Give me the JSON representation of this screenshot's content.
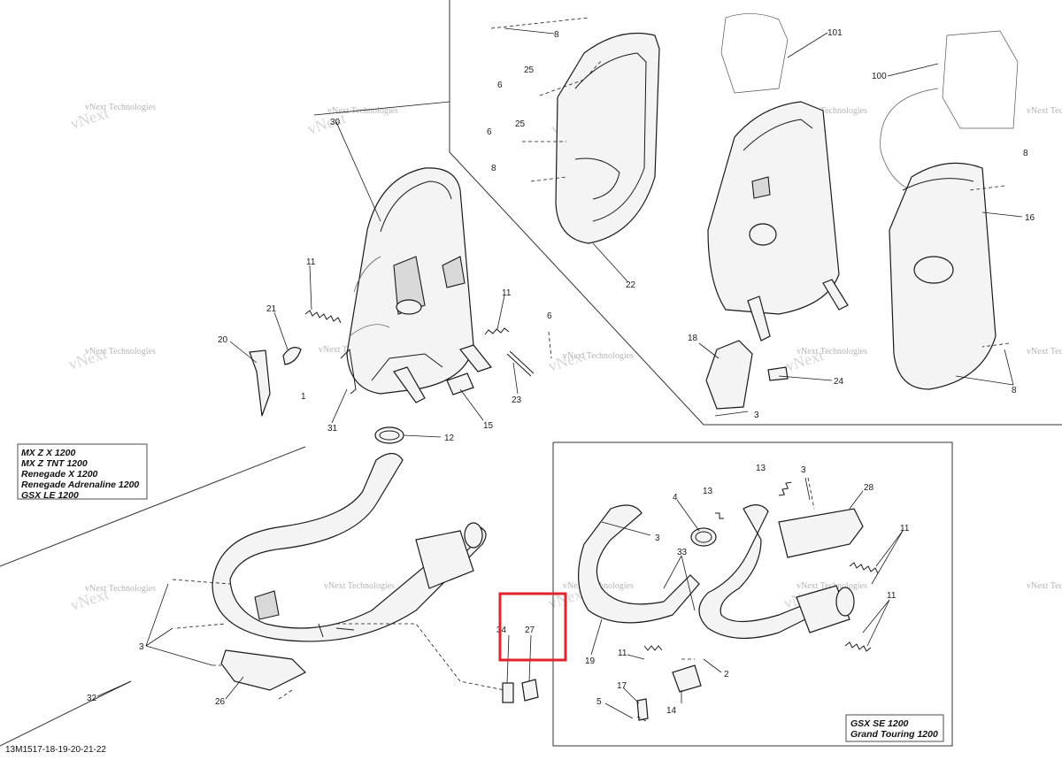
{
  "diagram": {
    "document_id": "13M1517-18-19-20-21-22",
    "models_left": [
      "MX Z X 1200",
      "MX Z TNT 1200",
      "Renegade X 1200",
      "Renegade Adrenaline 1200",
      "GSX LE 1200"
    ],
    "models_right": [
      "GSX SE 1200",
      "Grand Touring 1200"
    ],
    "watermark": "vNext Technologies",
    "highlight_color": "#e0242b",
    "callouts": {
      "c8a": "8",
      "c101": "101",
      "c100": "100",
      "c25a": "25",
      "c6a": "6",
      "c25b": "25",
      "c6b": "6",
      "c8b": "8",
      "c30": "30",
      "c22": "22",
      "c8c": "8",
      "c16": "16",
      "c11a": "11",
      "c21": "21",
      "c20": "20",
      "c1": "1",
      "c31": "31",
      "c11b": "11",
      "c6c": "6",
      "c23": "23",
      "c15": "15",
      "c12": "12",
      "c18": "18",
      "c3a": "3",
      "c24": "24",
      "c8d": "8",
      "c13a": "13",
      "c3b": "3",
      "c13b": "13",
      "c4": "4",
      "c28": "28",
      "c3c": "3",
      "c33": "33",
      "c11c": "11",
      "c11d": "11",
      "c34": "34",
      "c27": "27",
      "c19": "19",
      "c11e": "11",
      "c2": "2",
      "c17": "17",
      "c5": "5",
      "c14": "14",
      "c3d": "3",
      "c26": "26",
      "c32": "32"
    }
  }
}
